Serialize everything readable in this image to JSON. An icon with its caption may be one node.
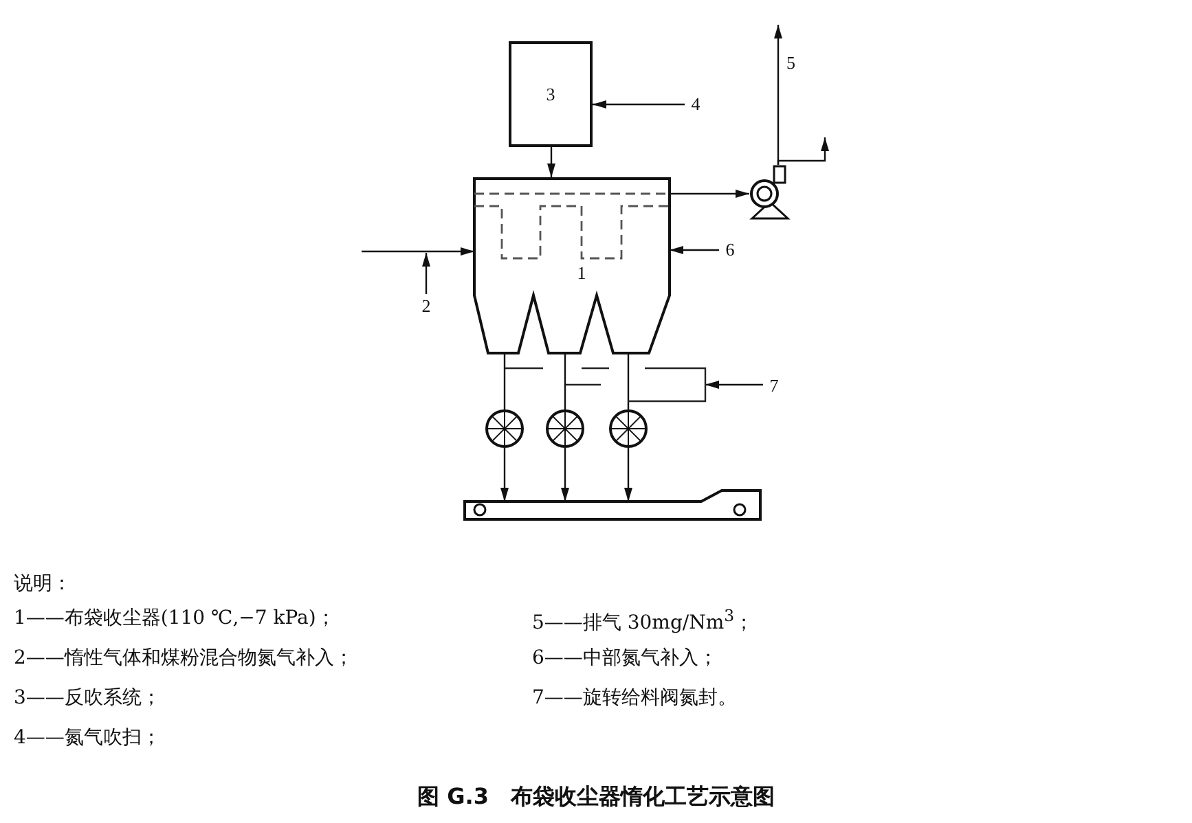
{
  "diagram": {
    "caption": "图 G.3　布袋收尘器惰化工艺示意图",
    "nodes": [
      {
        "text": [
          "3"
        ]
      },
      {
        "text": [
          "1"
        ]
      },
      {
        "text": [],
        "shape": "fan"
      },
      {
        "text": [],
        "shape": "circle"
      },
      {
        "text": [],
        "shape": "circle"
      },
      {
        "text": [],
        "shape": "circle"
      },
      {
        "text": [],
        "shape": "bar"
      },
      {
        "text": [],
        "shape": "box"
      },
      {
        "text": [
          "4"
        ]
      },
      {
        "text": [
          "6"
        ]
      },
      {
        "text": [
          "2"
        ]
      },
      {
        "text": [
          "7"
        ]
      }
    ],
    "edges": [
      {
        "from": 8,
        "to": 0,
        "arrow": "to"
      },
      {
        "from": 0,
        "to": 1,
        "arrow": "to"
      },
      {
        "from": null,
        "to": 1,
        "arrow": "to"
      },
      {
        "from": 10,
        "to": null,
        "arrow": "to"
      },
      {
        "from": 9,
        "to": 1,
        "arrow": "to"
      },
      {
        "from": 1,
        "to": 2,
        "arrow": "to"
      },
      {
        "from": 2,
        "to": null,
        "arrow": "to",
        "label": "5"
      },
      {
        "from": 2,
        "to": null,
        "arrow": "to"
      },
      {
        "from": 1,
        "to": 3,
        "arrow": "none"
      },
      {
        "from": 1,
        "to": 4,
        "arrow": "none"
      },
      {
        "from": 1,
        "to": 5,
        "arrow": "none"
      },
      {
        "from": 3,
        "to": 6,
        "arrow": "to"
      },
      {
        "from": 4,
        "to": 6,
        "arrow": "to"
      },
      {
        "from": 5,
        "to": 6,
        "arrow": "to"
      },
      {
        "from": 11,
        "to": 7,
        "arrow": "to"
      }
    ],
    "labels": [
      "说明：",
      "1——布袋收尘器(110 ℃,−7 kPa)；",
      "5——排气 30mg/Nm$^{3}$；",
      "2——惰性气体和煤粉混合物氮气补入；",
      "6——中部氮气补入；",
      "3——反吹系统；",
      "7——旋转给料阀氮封。",
      "4——氮气吹扫；"
    ]
  }
}
